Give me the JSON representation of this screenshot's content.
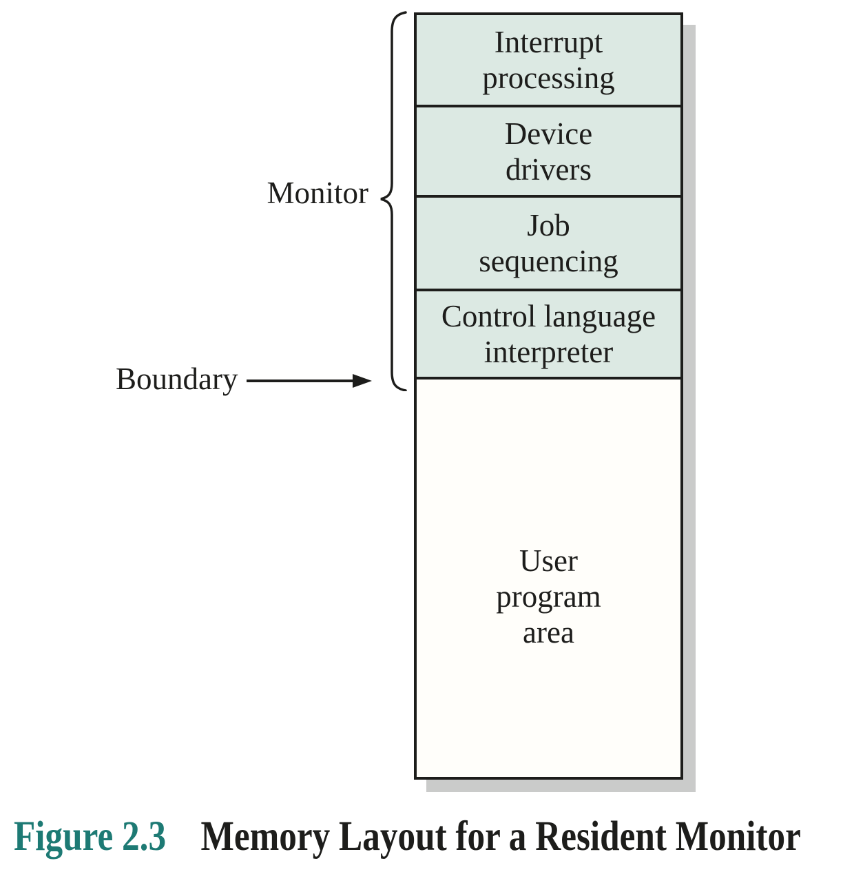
{
  "figure": {
    "label": "Figure 2.3",
    "title": "Memory Layout for a Resident Monitor"
  },
  "diagram": {
    "monitor_brace_label": "Monitor",
    "boundary_label": "Boundary",
    "sections": [
      {
        "name": "interrupt-processing",
        "region": "monitor",
        "lines": [
          "Interrupt",
          "processing"
        ]
      },
      {
        "name": "device-drivers",
        "region": "monitor",
        "lines": [
          "Device",
          "drivers"
        ]
      },
      {
        "name": "job-sequencing",
        "region": "monitor",
        "lines": [
          "Job",
          "sequencing"
        ]
      },
      {
        "name": "control-language-interpreter",
        "region": "monitor",
        "lines": [
          "Control language",
          "interpreter"
        ]
      },
      {
        "name": "user-program-area",
        "region": "user",
        "lines": [
          "User",
          "program",
          "area"
        ]
      }
    ]
  },
  "colors": {
    "monitor_section_fill": "#dce9e3",
    "user_section_fill": "#fffefa",
    "outline_black": "#1d1d1b",
    "drop_shadow_gray": "#cacbca",
    "figure_label_teal": "#1d7a74"
  }
}
